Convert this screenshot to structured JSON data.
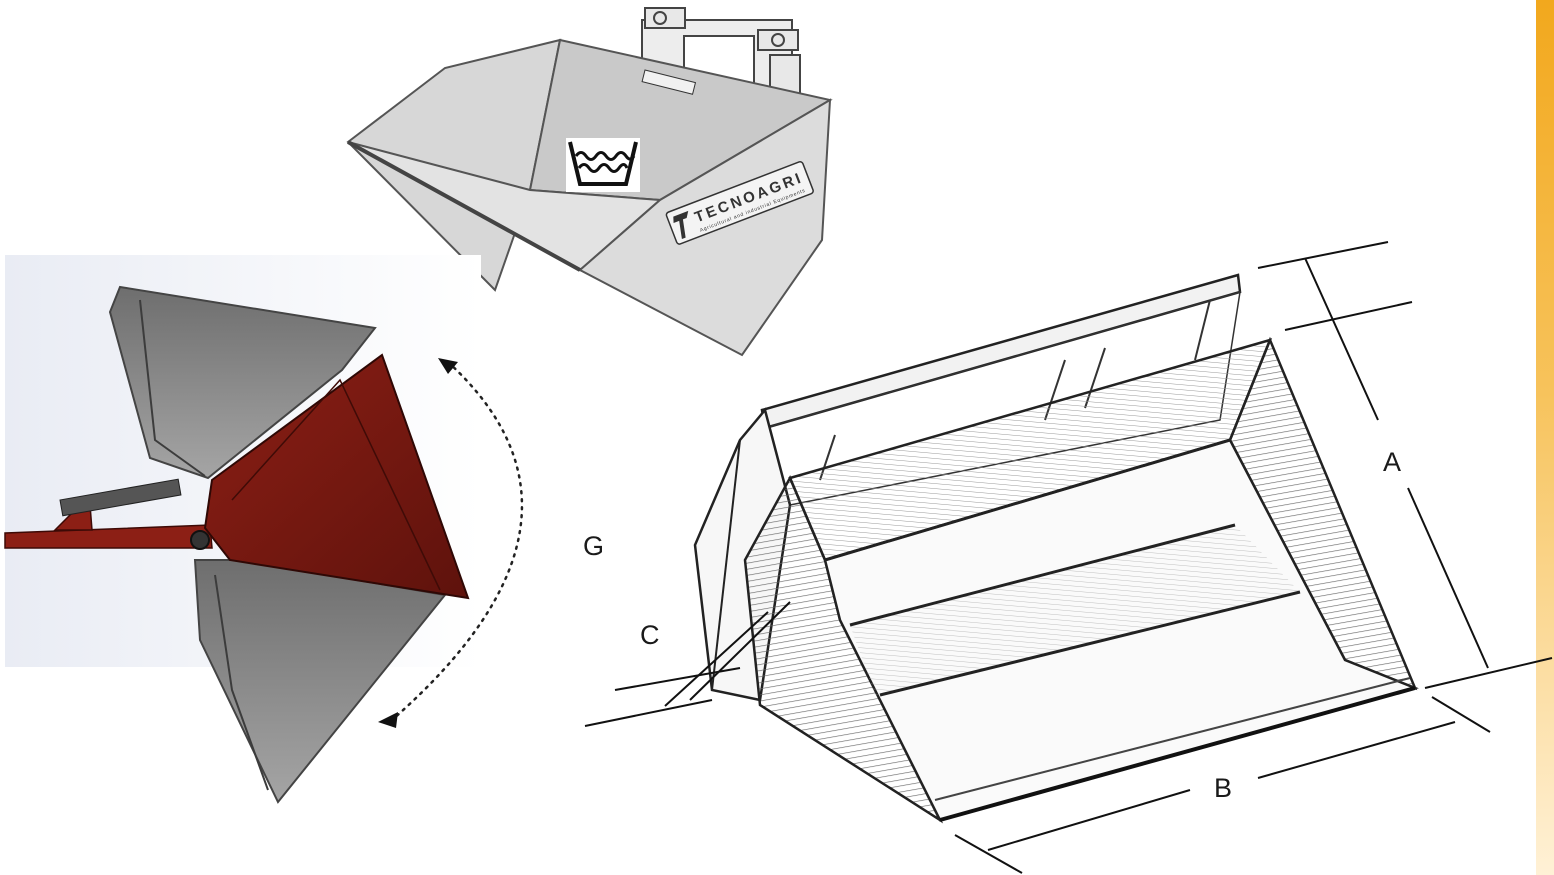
{
  "labels": {
    "dim_a": "A",
    "dim_b": "B",
    "dim_c": "C",
    "dim_g": "G"
  },
  "bucket_brand": {
    "logo_text": "TECNOAGRI",
    "logo_tagline": "Agricultural and industrial Equipments"
  },
  "icons": {
    "volume_symbol": "water-basin-icon",
    "arrow_up": "arrowhead-up-icon",
    "arrow_down": "arrowhead-down-icon"
  },
  "colors": {
    "tilt_bucket_red": "#7a1a12",
    "tilt_bucket_gray": "#8a8a8a",
    "accent_bar_top": "#f2a81d",
    "accent_bar_bottom": "#fff3da",
    "line": "#111111"
  }
}
